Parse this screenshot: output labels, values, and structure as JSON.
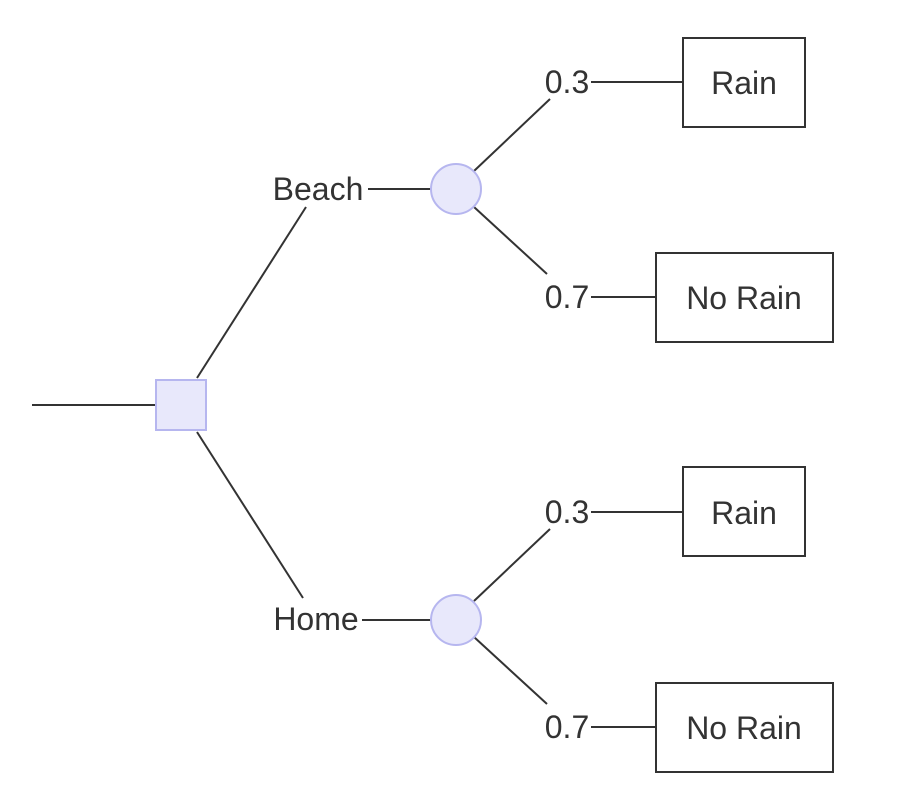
{
  "colors": {
    "node_fill": "#e8e8fb",
    "node_stroke": "#b6b6ef",
    "line": "#333333",
    "text": "#333333"
  },
  "tree": {
    "decision_node": {
      "icon": "decision-square",
      "options": [
        {
          "label": "Beach",
          "chance_node": {
            "icon": "chance-circle",
            "branches": [
              {
                "probability": "0.3",
                "outcome": "Rain"
              },
              {
                "probability": "0.7",
                "outcome": "No Rain"
              }
            ]
          }
        },
        {
          "label": "Home",
          "chance_node": {
            "icon": "chance-circle",
            "branches": [
              {
                "probability": "0.3",
                "outcome": "Rain"
              },
              {
                "probability": "0.7",
                "outcome": "No Rain"
              }
            ]
          }
        }
      ]
    }
  }
}
